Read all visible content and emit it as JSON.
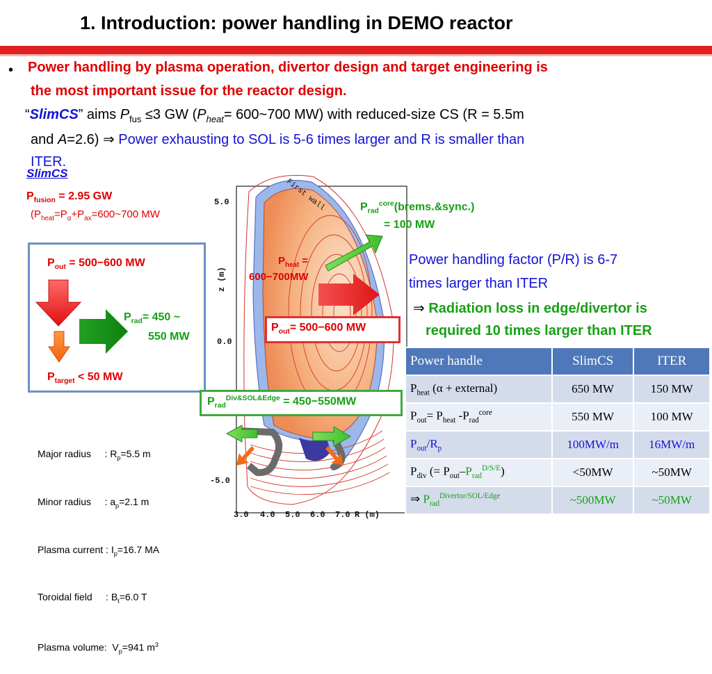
{
  "slide": {
    "title": "1. Introduction: power handling in DEMO reactor",
    "bullet": {
      "line1": "Power handling by plasma operation, divertor design and target engineering is",
      "line2": "the most important issue for the reactor design.",
      "slimcs_open_quote": "“",
      "slimcs": "SlimCS",
      "slimcs_close": "” aims ",
      "p": "P",
      "fus_sub": "fus",
      "aims_rest": " ≤3 GW (",
      "pheat_p": "P",
      "pheat_sub": "heat",
      "pheat_rest": "= 600~700 MW) with reduced-size CS (R = 5.5m",
      "and_a": "and ",
      "a_var": "A",
      "a_rest": "=2.6)  ⇒ ",
      "blue_text": "Power exhausting to SOL is 5-6 times larger and R is smaller than",
      "iter_end": "ITER."
    }
  },
  "left": {
    "slimcs_heading": "SlimCS",
    "pfusion_p": "P",
    "pfusion_sub": "fusion",
    "pfusion_val": " = 2.95 GW",
    "pheat_open": "(",
    "pheat_p": "P",
    "pheat_sub": "heat",
    "pheat_mid": "=P",
    "alpha": "α",
    "plus": "+P",
    "ax_sub": "ax",
    "pheat_val": "=600~700 MW",
    "box": {
      "pout_p": "P",
      "pout_sub": "out",
      "pout_val": " = 500−600 MW",
      "prad_p": "P",
      "prad_sub": "rad",
      "prad_val": "= 450 ~",
      "prad_val2": "550 MW",
      "ptarget_p": "P",
      "ptarget_sub": "target",
      "ptarget_val": " < 50 MW"
    },
    "params": [
      {
        "label": "Major radius     : R",
        "sub": "p",
        "val": "=5.5 m",
        "sup": ""
      },
      {
        "label": "Minor radius     : a",
        "sub": "p",
        "val": "=2.1 m",
        "sup": ""
      },
      {
        "label": "Plasma current : I",
        "sub": "p",
        "val": "=16.7 MA",
        "sup": ""
      },
      {
        "label": "Toroidal field     : B",
        "sub": "t",
        "val": "=6.0 T",
        "sup": ""
      },
      {
        "label": "Plasma volume:  V",
        "sub": "p",
        "val": "=941 m",
        "sup": "3"
      }
    ]
  },
  "figure": {
    "y_ticks": [
      "5.0",
      "0.0",
      "-5.0"
    ],
    "x_ticks": [
      "3.0",
      "4.0",
      "5.0",
      "6.0",
      "7.0"
    ],
    "x_label": "R (m)",
    "y_label": "z (m)",
    "first_wall": "First wall",
    "pheat_p": "P",
    "pheat_sub": "heat",
    "pheat_eq": " =",
    "pheat_val": "600−700MW",
    "pout_p": "P",
    "pout_sub": "out",
    "pout_val": "= 500−600 MW",
    "pradcore_p": "P",
    "pradcore_sub": "rad",
    "pradcore_sup": "core",
    "pradcore_text": "(brems.&sync.)",
    "pradcore_val": "= 100 MW",
    "praddiv_p": "P",
    "praddiv_sub": "rad",
    "praddiv_sup": "Div&SOL&Edge",
    "praddiv_val": " = 450−550MW"
  },
  "right": {
    "factor_line1": "Power handling factor (P/R) is 6-7",
    "factor_line2": "times larger than ITER",
    "arrow": "⇒ ",
    "green_line1": "Radiation loss in edge/divertor is",
    "green_line2": "required 10 times larger than ITER"
  },
  "table": {
    "headers": [
      "Power handle",
      "SlimCS",
      "ITER"
    ],
    "rows": [
      {
        "label_main": "P",
        "label_sub": "heat",
        "label_rest": " (α + external)",
        "slimcs": "650 MW",
        "iter": "150 MW"
      },
      {
        "label_main": "P",
        "label_sub": "out",
        "label_rest": "= P",
        "label_sub2": "heat",
        "label_rest2": " -P",
        "label_sub3": "rad",
        "label_sup3": "core",
        "slimcs": "550 MW",
        "iter": "100 MW"
      },
      {
        "label_main": "P",
        "label_sub": "out",
        "label_rest": "/R",
        "label_sub2": "p",
        "slimcs": "100MW/m",
        "iter": "16MW/m"
      },
      {
        "label_main": "P",
        "label_sub": "div",
        "label_rest": " (= P",
        "label_sub2": "out",
        "label_rest2": "–",
        "label_green": "P",
        "label_sub3": "rad",
        "label_sup3": "D/S/E",
        "label_close": ")",
        "slimcs": "<50MW",
        "iter": "~50MW"
      },
      {
        "label_arrow": "⇒ ",
        "label_main": "P",
        "label_sub": "rad",
        "label_sup": "Divertor/SOL/Edge",
        "slimcs": "~500MW",
        "iter": "~50MW"
      }
    ]
  },
  "colors": {
    "accent_red": "#e00000",
    "blue": "#1212d6",
    "green": "#16a016",
    "table_header": "#4e78ba"
  }
}
